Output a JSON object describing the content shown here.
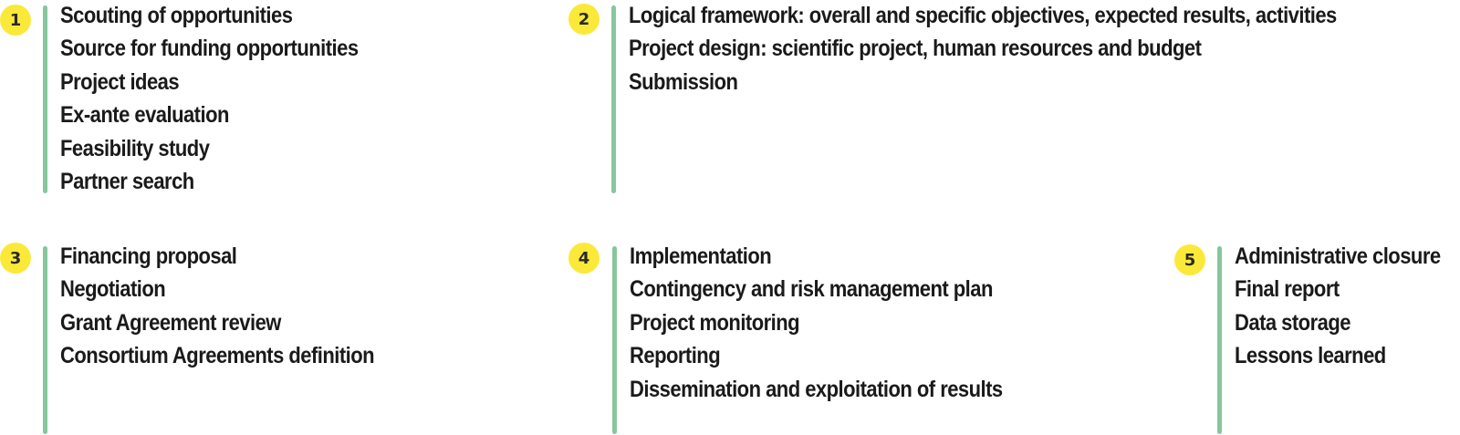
{
  "colors": {
    "badge": "#fbe93a",
    "bar": "#86c79c",
    "text": "#1a1a1a"
  },
  "phases": [
    {
      "number": "1",
      "items": [
        "Scouting of opportunities",
        "Source for funding opportunities",
        "Project ideas",
        "Ex-ante evaluation",
        "Feasibility study",
        "Partner search"
      ]
    },
    {
      "number": "2",
      "items": [
        "Logical framework: overall and specific objectives, expected results, activities",
        "Project design: scientific project, human resources and budget",
        "Submission"
      ]
    },
    {
      "number": "3",
      "items": [
        "Financing proposal",
        "Negotiation",
        "Grant Agreement review",
        "Consortium Agreements definition"
      ]
    },
    {
      "number": "4",
      "items": [
        "Implementation",
        "Contingency and risk management plan",
        "Project monitoring",
        "Reporting",
        "Dissemination and exploitation of results"
      ]
    },
    {
      "number": "5",
      "items": [
        "Administrative closure",
        "Final report",
        "Data storage",
        "Lessons learned"
      ]
    }
  ]
}
